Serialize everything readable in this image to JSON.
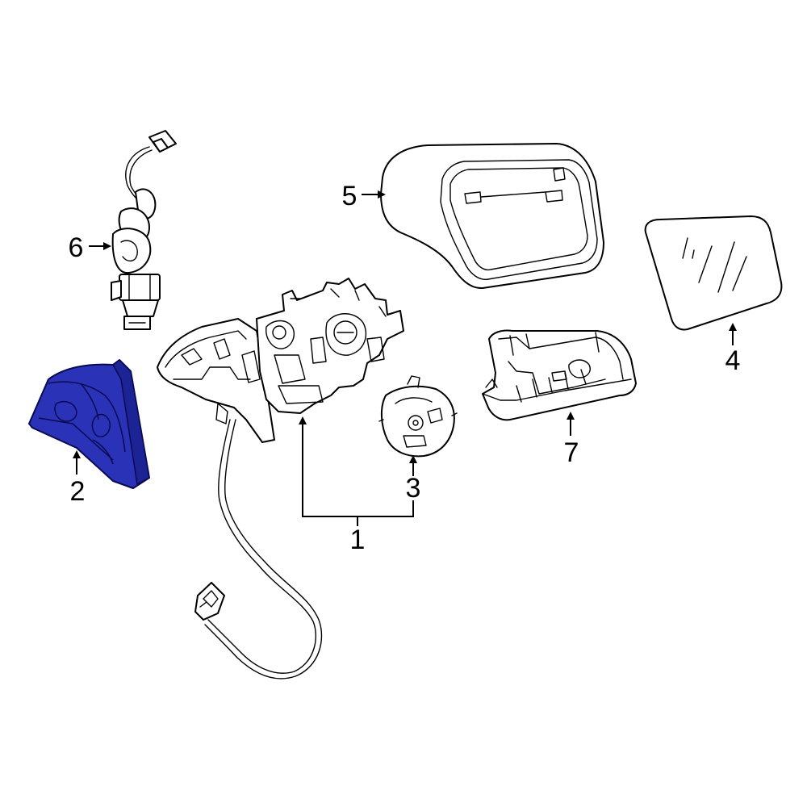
{
  "callouts": {
    "c1": "1",
    "c2": "2",
    "c3": "3",
    "c4": "4",
    "c5": "5",
    "c6": "6",
    "c7": "7"
  },
  "colors": {
    "highlight": "#2a32b8",
    "highlight_dark": "#1c2394",
    "line": "#000000",
    "background": "#ffffff"
  }
}
